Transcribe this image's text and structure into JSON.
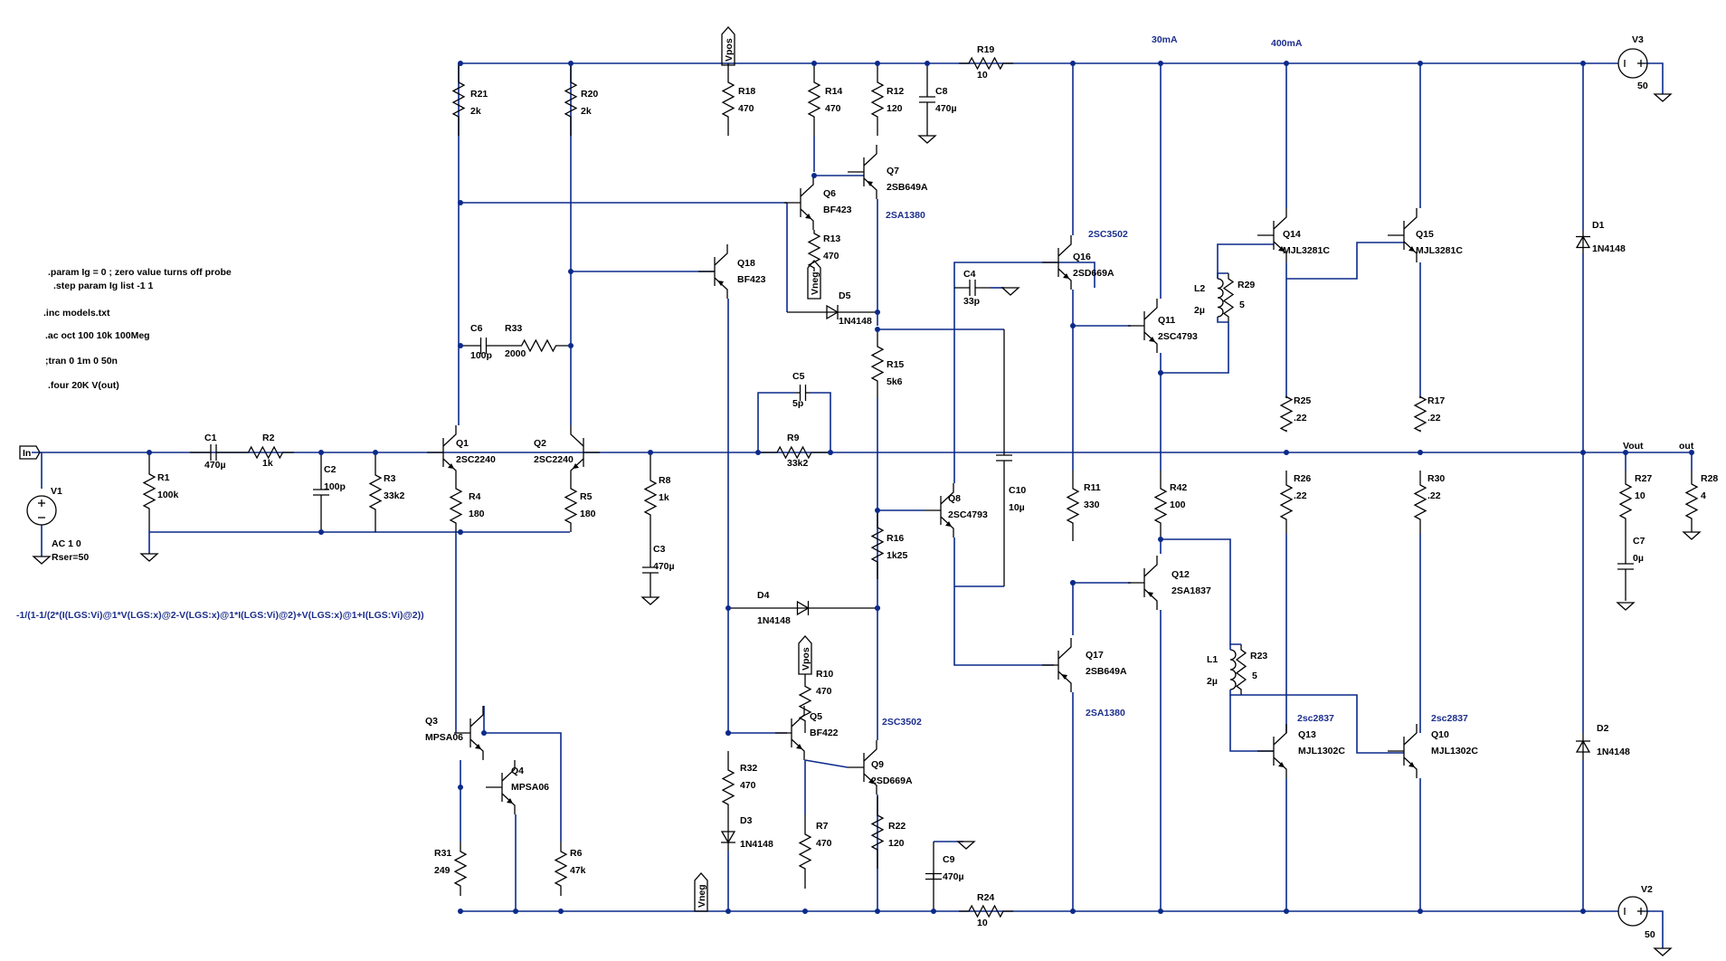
{
  "colors": {
    "wire": "#0b2a8a",
    "component": "#000000",
    "annotation": "#1c2e8c"
  },
  "directives": [
    ".param Ig = 0 ; zero value turns off probe",
    ".step param Ig list -1 1",
    ".inc models.txt",
    ".ac oct 100 10k 100Meg",
    ";tran 0 1m 0 50n",
    ".four 20K V(out)"
  ],
  "formula": "-1/(1-1/(2*(I(LGS:Vi)@1*V(LGS:x)@2-V(LGS:x)@1*I(LGS:Vi)@2)+V(LGS:x)@1+I(LGS:Vi)@2))",
  "annotations": {
    "i30": "30mA",
    "i400": "400mA",
    "q7alt": "2SA1380",
    "q17alt": "2SA1380",
    "q9alt": "2SC3502",
    "q16alt": "2SC3502",
    "q13alt": "2sc2837",
    "q10alt": "2sc2837"
  },
  "nets": {
    "in": "In",
    "vpos_top": "Vpos",
    "vpos_mid": "Vpos",
    "vneg_mid": "Vneg",
    "vneg_bot": "Vneg",
    "vout": "Vout",
    "out": "out"
  },
  "sources": {
    "V1": {
      "name": "V1",
      "value": "AC 1 0",
      "extra": "Rser=50"
    },
    "V2": {
      "name": "V2",
      "value": "50"
    },
    "V3": {
      "name": "V3",
      "value": "50"
    }
  },
  "resistors": {
    "R1": [
      "R1",
      "100k"
    ],
    "R2": [
      "R2",
      "1k"
    ],
    "R3": [
      "R3",
      "33k2"
    ],
    "R4": [
      "R4",
      "180"
    ],
    "R5": [
      "R5",
      "180"
    ],
    "R6": [
      "R6",
      "47k"
    ],
    "R7": [
      "R7",
      "470"
    ],
    "R8": [
      "R8",
      "1k"
    ],
    "R9": [
      "R9",
      "33k2"
    ],
    "R10": [
      "R10",
      "470"
    ],
    "R11": [
      "R11",
      "330"
    ],
    "R12": [
      "R12",
      "120"
    ],
    "R13": [
      "R13",
      "470"
    ],
    "R14": [
      "R14",
      "470"
    ],
    "R15": [
      "R15",
      "5k6"
    ],
    "R16": [
      "R16",
      "1k25"
    ],
    "R17": [
      "R17",
      ".22"
    ],
    "R18": [
      "R18",
      "470"
    ],
    "R19": [
      "R19",
      "10"
    ],
    "R20": [
      "R20",
      "2k"
    ],
    "R21": [
      "R21",
      "2k"
    ],
    "R22": [
      "R22",
      "120"
    ],
    "R23": [
      "R23",
      "5"
    ],
    "R24": [
      "R24",
      "10"
    ],
    "R25": [
      "R25",
      ".22"
    ],
    "R26": [
      "R26",
      ".22"
    ],
    "R27": [
      "R27",
      "10"
    ],
    "R28": [
      "R28",
      "4"
    ],
    "R29": [
      "R29",
      "5"
    ],
    "R30": [
      "R30",
      ".22"
    ],
    "R31": [
      "R31",
      "249"
    ],
    "R32": [
      "R32",
      "470"
    ],
    "R33": [
      "R33",
      "2000"
    ],
    "R42": [
      "R42",
      "100"
    ]
  },
  "capacitors": {
    "C1": [
      "C1",
      "470µ"
    ],
    "C2": [
      "C2",
      "100p"
    ],
    "C3": [
      "C3",
      "470µ"
    ],
    "C4": [
      "C4",
      "33p"
    ],
    "C5": [
      "C5",
      "5p"
    ],
    "C6": [
      "C6",
      "100p"
    ],
    "C7": [
      "C7",
      "0µ"
    ],
    "C8": [
      "C8",
      "470µ"
    ],
    "C9": [
      "C9",
      "470µ"
    ],
    "C10": [
      "C10",
      "10µ"
    ]
  },
  "inductors": {
    "L1": [
      "L1",
      "2µ"
    ],
    "L2": [
      "L2",
      "2µ"
    ]
  },
  "diodes": {
    "D1": [
      "D1",
      "1N4148"
    ],
    "D2": [
      "D2",
      "1N4148"
    ],
    "D3": [
      "D3",
      "1N4148"
    ],
    "D4": [
      "D4",
      "1N4148"
    ],
    "D5": [
      "D5",
      "1N4148"
    ]
  },
  "transistors": {
    "Q1": [
      "Q1",
      "2SC2240"
    ],
    "Q2": [
      "Q2",
      "2SC2240"
    ],
    "Q3": [
      "Q3",
      "MPSA06"
    ],
    "Q4": [
      "Q4",
      "MPSA06"
    ],
    "Q5": [
      "Q5",
      "BF422"
    ],
    "Q6": [
      "Q6",
      "BF423"
    ],
    "Q7": [
      "Q7",
      "2SB649A"
    ],
    "Q8": [
      "Q8",
      "2SC4793"
    ],
    "Q9": [
      "Q9",
      "2SD669A"
    ],
    "Q10": [
      "Q10",
      "MJL1302C"
    ],
    "Q11": [
      "Q11",
      "2SC4793"
    ],
    "Q12": [
      "Q12",
      "2SA1837"
    ],
    "Q13": [
      "Q13",
      "MJL1302C"
    ],
    "Q14": [
      "Q14",
      "MJL3281C"
    ],
    "Q15": [
      "Q15",
      "MJL3281C"
    ],
    "Q16": [
      "Q16",
      "2SD669A"
    ],
    "Q17": [
      "Q17",
      "2SB649A"
    ],
    "Q18": [
      "Q18",
      "BF423"
    ]
  }
}
